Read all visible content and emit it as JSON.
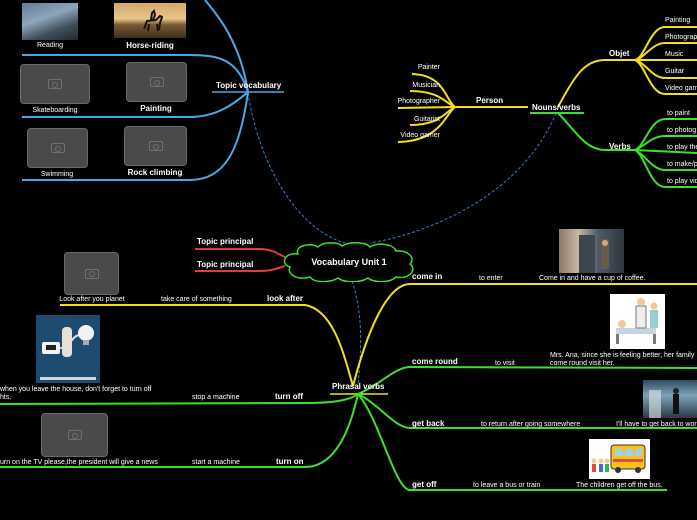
{
  "central": {
    "title": "Vocabulary Unit 1"
  },
  "topic_principal": [
    "Topic principal",
    "Topic principal"
  ],
  "topic_vocabulary": {
    "title": "Topic vocabulary",
    "items": [
      "Reading",
      "Horse-riding",
      "Skateboarding",
      "Painting",
      "Swimming",
      "Rock climbing"
    ]
  },
  "nouns_verbs": {
    "title": "Nouns/verbs",
    "person": {
      "title": "Person",
      "items": [
        "Painter",
        "Musician",
        "Photographer",
        "Guitarist",
        "Video gamer"
      ]
    },
    "objet": {
      "title": "Objet",
      "items": [
        "Painting",
        "Photograp",
        "Music",
        "Guitar",
        "Video gam"
      ]
    },
    "verbs": {
      "title": "Verbs",
      "items": [
        "to paint",
        "to photog",
        "to play the",
        "to make/p",
        "to play vid"
      ]
    }
  },
  "phrasal_verbs": {
    "title": "Phrasal verbs",
    "left": [
      {
        "verb": "look after",
        "meaning": "take care of something",
        "example": "Look after you planet"
      },
      {
        "verb": "turn off",
        "meaning": "stop a machine",
        "example_line1": "when you leave the house, don't forget to turn off",
        "example_line2": "hts."
      },
      {
        "verb": "turn on",
        "meaning": "start a machine",
        "example": "urn on the TV please,the president will give a news"
      }
    ],
    "right": [
      {
        "verb": "come in",
        "meaning": "to enter",
        "example": "Come in and have a cup of coffee."
      },
      {
        "verb": "come round",
        "meaning": "to visit",
        "example_line1": "Mrs. Ana, since she is feeling better, her family",
        "example_line2": "come round visit her."
      },
      {
        "verb": "get back",
        "meaning": "to return after going somewhere",
        "example": "I'll have to get back to wor"
      },
      {
        "verb": "get off",
        "meaning": "to leave a bus or train",
        "example": "The children get off the bus."
      }
    ]
  },
  "colors": {
    "blue": "#4aa9e4",
    "yellow": "#f2df1d",
    "green": "#3ee02c",
    "red": "#e23a3a",
    "dashed": "#3d7ad6"
  }
}
